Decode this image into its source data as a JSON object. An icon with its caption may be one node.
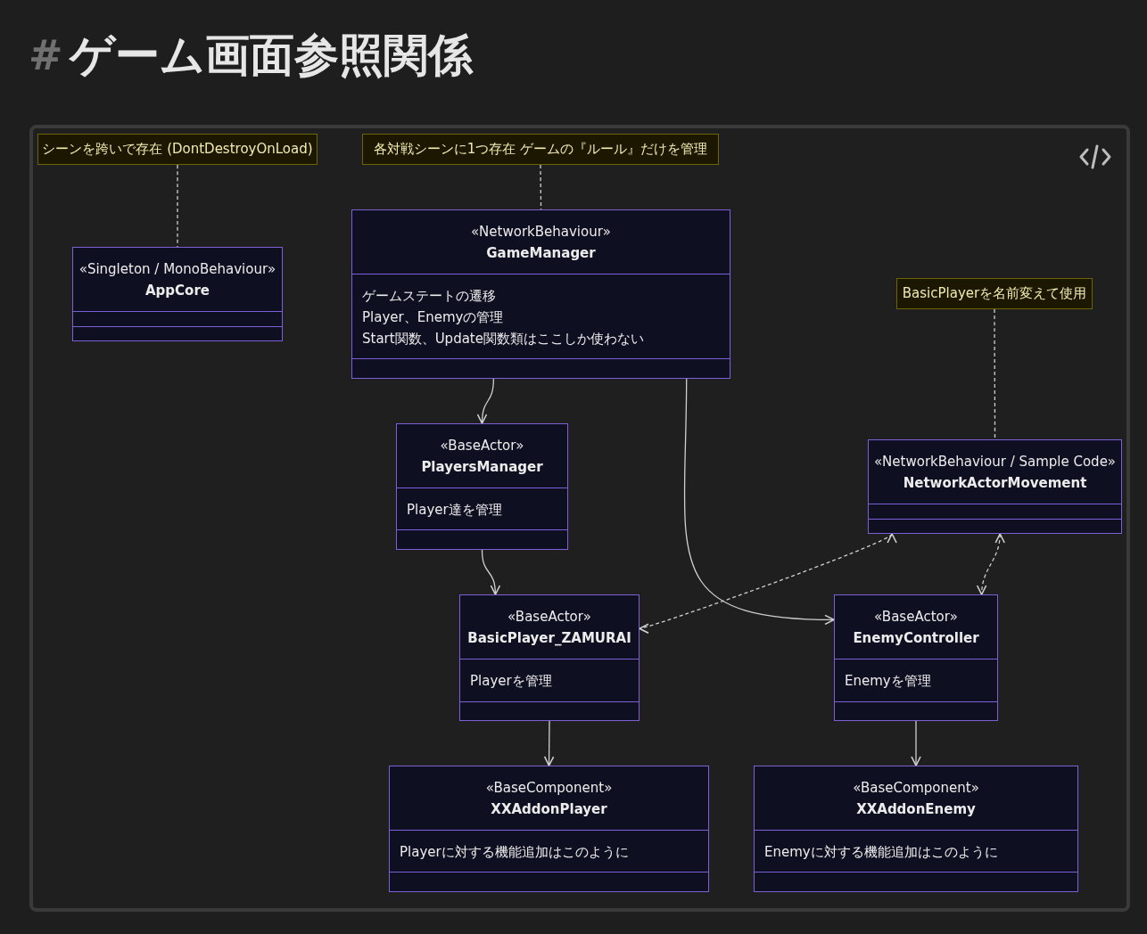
{
  "diagram": {
    "title": "ゲーム画面参照関係",
    "nodes": [
      {
        "text": [
          "シーンを跨いで存在 (DontDestroyOnLoad)"
        ]
      },
      {
        "text": [
          "各対戦シーンに1つ存在 ゲームの『ルール』だけを管理"
        ]
      },
      {
        "text": [
          "«Singleton / MonoBehaviour»",
          "AppCore"
        ]
      },
      {
        "text": [
          "«NetworkBehaviour»",
          "GameManager",
          "ゲームステートの遷移",
          "Player、Enemyの管理",
          "Start関数、Update関数類はここしか使わない"
        ]
      },
      {
        "text": [
          "BasicPlayerを名前変えて使用"
        ]
      },
      {
        "text": [
          "«BaseActor»",
          "PlayersManager",
          "Player達を管理"
        ]
      },
      {
        "text": [
          "«NetworkBehaviour / Sample Code»",
          "NetworkActorMovement"
        ]
      },
      {
        "text": [
          "«BaseActor»",
          "BasicPlayer_ZAMURAI",
          "Playerを管理"
        ]
      },
      {
        "text": [
          "«BaseActor»",
          "EnemyController",
          "Enemyを管理"
        ]
      },
      {
        "text": [
          "«BaseComponent»",
          "XXAddonPlayer",
          "Playerに対する機能追加はこのように"
        ]
      },
      {
        "text": [
          "«BaseComponent»",
          "XXAddonEnemy",
          "Enemyに対する機能追加はこのように"
        ]
      }
    ],
    "edges": [
      {
        "from": 0,
        "to": 2,
        "arrow": "none",
        "style": "dashed"
      },
      {
        "from": 1,
        "to": 3,
        "arrow": "none",
        "style": "dashed"
      },
      {
        "from": 4,
        "to": 6,
        "arrow": "none",
        "style": "dashed"
      },
      {
        "from": 3,
        "to": 5,
        "arrow": "to"
      },
      {
        "from": 3,
        "to": 8,
        "arrow": "to"
      },
      {
        "from": 5,
        "to": 7,
        "arrow": "to"
      },
      {
        "from": 6,
        "to": 7,
        "arrow": "both",
        "style": "dashed"
      },
      {
        "from": 6,
        "to": 8,
        "arrow": "both",
        "style": "dashed"
      },
      {
        "from": 7,
        "to": 9,
        "arrow": "to"
      },
      {
        "from": 8,
        "to": 10,
        "arrow": "to"
      }
    ],
    "labels": [
      "#"
    ]
  }
}
